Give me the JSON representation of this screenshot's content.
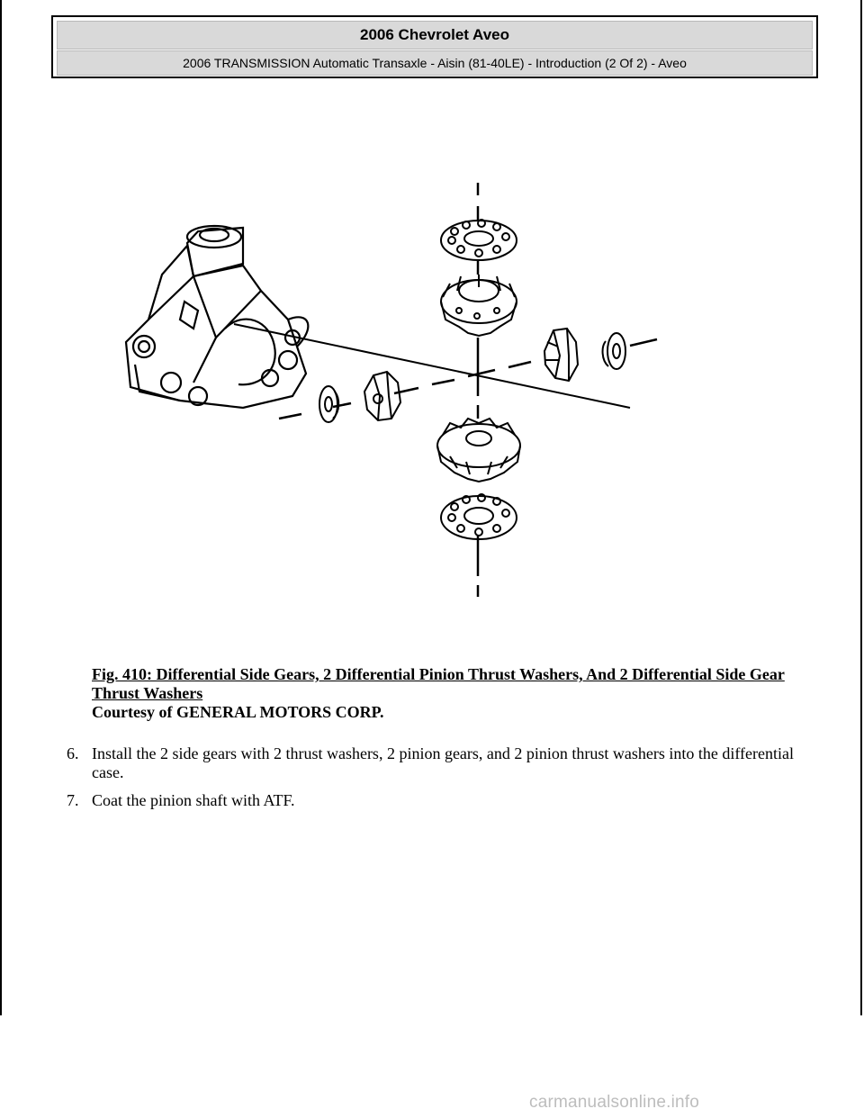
{
  "header": {
    "title": "2006 Chevrolet Aveo",
    "subtitle": "2006 TRANSMISSION Automatic Transaxle - Aisin (81-40LE) - Introduction (2 Of 2) - Aveo"
  },
  "figure": {
    "caption_title": "Fig. 410: Differential Side Gears, 2 Differential Pinion Thrust Washers, And 2 Differential Side Gear Thrust Washers",
    "credit": "Courtesy of GENERAL MOTORS CORP."
  },
  "steps": [
    {
      "number": "6.",
      "text": "Install the 2 side gears with 2 thrust washers, 2 pinion gears, and 2 pinion thrust washers into the differential case."
    },
    {
      "number": "7.",
      "text": "Coat the pinion shaft with ATF."
    }
  ],
  "watermark": "carmanualsonline.info"
}
